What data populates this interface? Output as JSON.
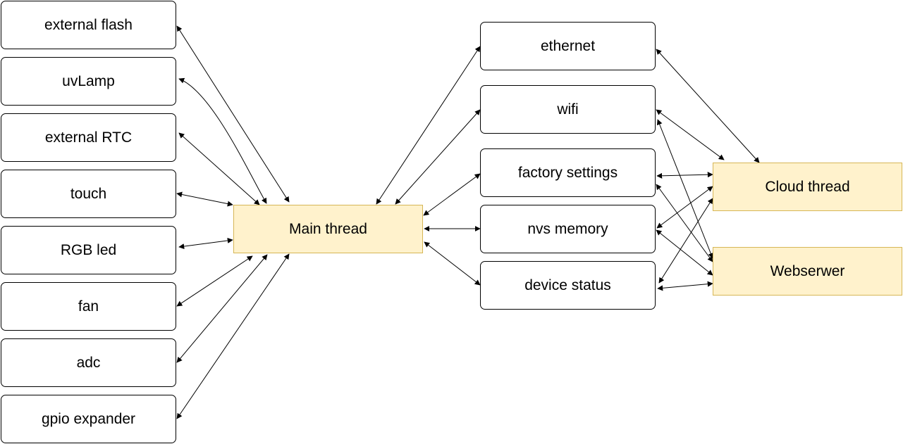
{
  "nodes": {
    "external_flash": "external flash",
    "uvlamp": "uvLamp",
    "external_rtc": "external RTC",
    "touch": "touch",
    "rgb_led": "RGB led",
    "fan": "fan",
    "adc": "adc",
    "gpio_expander": "gpio expander",
    "main_thread": "Main thread",
    "ethernet": "ethernet",
    "wifi": "wifi",
    "factory_settings": "factory settings",
    "nvs_memory": "nvs memory",
    "device_status": "device status",
    "cloud_thread": "Cloud thread",
    "webserwer": "Webserwer"
  },
  "colors": {
    "thread_fill": "#fff2cc",
    "thread_border": "#d6b656",
    "node_border": "#000000",
    "edge": "#000000"
  },
  "edges": [
    {
      "from": "main_thread",
      "to": "external_flash",
      "bidirectional": true
    },
    {
      "from": "main_thread",
      "to": "uvlamp",
      "bidirectional": true
    },
    {
      "from": "main_thread",
      "to": "external_rtc",
      "bidirectional": true
    },
    {
      "from": "main_thread",
      "to": "touch",
      "bidirectional": true
    },
    {
      "from": "main_thread",
      "to": "rgb_led",
      "bidirectional": true
    },
    {
      "from": "main_thread",
      "to": "fan",
      "bidirectional": true
    },
    {
      "from": "main_thread",
      "to": "adc",
      "bidirectional": true
    },
    {
      "from": "main_thread",
      "to": "gpio_expander",
      "bidirectional": true
    },
    {
      "from": "main_thread",
      "to": "ethernet",
      "bidirectional": true
    },
    {
      "from": "main_thread",
      "to": "wifi",
      "bidirectional": true
    },
    {
      "from": "main_thread",
      "to": "factory_settings",
      "bidirectional": true
    },
    {
      "from": "main_thread",
      "to": "nvs_memory",
      "bidirectional": true
    },
    {
      "from": "main_thread",
      "to": "device_status",
      "bidirectional": true
    },
    {
      "from": "cloud_thread",
      "to": "ethernet",
      "bidirectional": true
    },
    {
      "from": "cloud_thread",
      "to": "wifi",
      "bidirectional": true
    },
    {
      "from": "cloud_thread",
      "to": "factory_settings",
      "bidirectional": true
    },
    {
      "from": "cloud_thread",
      "to": "nvs_memory",
      "bidirectional": true
    },
    {
      "from": "cloud_thread",
      "to": "device_status",
      "bidirectional": true
    },
    {
      "from": "webserwer",
      "to": "wifi",
      "bidirectional": true
    },
    {
      "from": "webserwer",
      "to": "factory_settings",
      "bidirectional": true
    },
    {
      "from": "webserwer",
      "to": "nvs_memory",
      "bidirectional": true
    },
    {
      "from": "webserwer",
      "to": "device_status",
      "bidirectional": true
    }
  ]
}
